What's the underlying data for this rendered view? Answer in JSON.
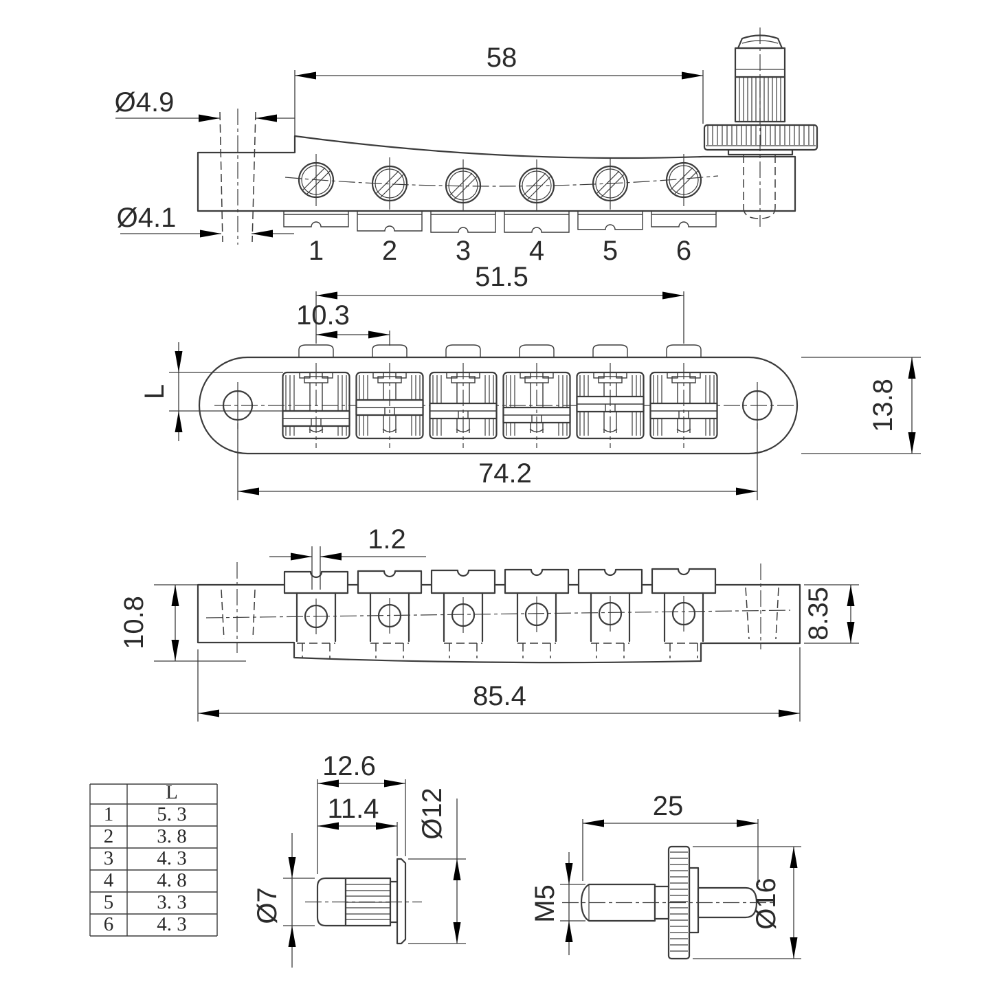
{
  "side_view": {
    "dim_span": "58",
    "dim_hole_top": "Ø4.9",
    "dim_hole_bottom": "Ø4.1",
    "saddle_numbers": [
      "1",
      "2",
      "3",
      "4",
      "5",
      "6"
    ]
  },
  "plan_view": {
    "dim_saddle_span": "51.5",
    "dim_string_pitch": "10.3",
    "dim_offset": "L",
    "dim_width": "13.8",
    "dim_post_span": "74.2"
  },
  "back_view": {
    "dim_notch": "1.2",
    "dim_left_height": "10.8",
    "dim_right_height": "8.35",
    "dim_length": "85.4"
  },
  "bushing_view": {
    "dim_overall": "12.6",
    "dim_body": "11.4",
    "dim_flange": "Ø12",
    "dim_shank": "Ø7"
  },
  "post_view": {
    "dim_length": "25",
    "dim_thread": "M5",
    "dim_wheel": "Ø16"
  },
  "saddle_table": {
    "header": "L",
    "rows": [
      {
        "no": "1",
        "value": "5. 3"
      },
      {
        "no": "2",
        "value": "3. 8"
      },
      {
        "no": "3",
        "value": "4. 3"
      },
      {
        "no": "4",
        "value": "4. 8"
      },
      {
        "no": "5",
        "value": "3. 3"
      },
      {
        "no": "6",
        "value": "4. 3"
      }
    ]
  }
}
